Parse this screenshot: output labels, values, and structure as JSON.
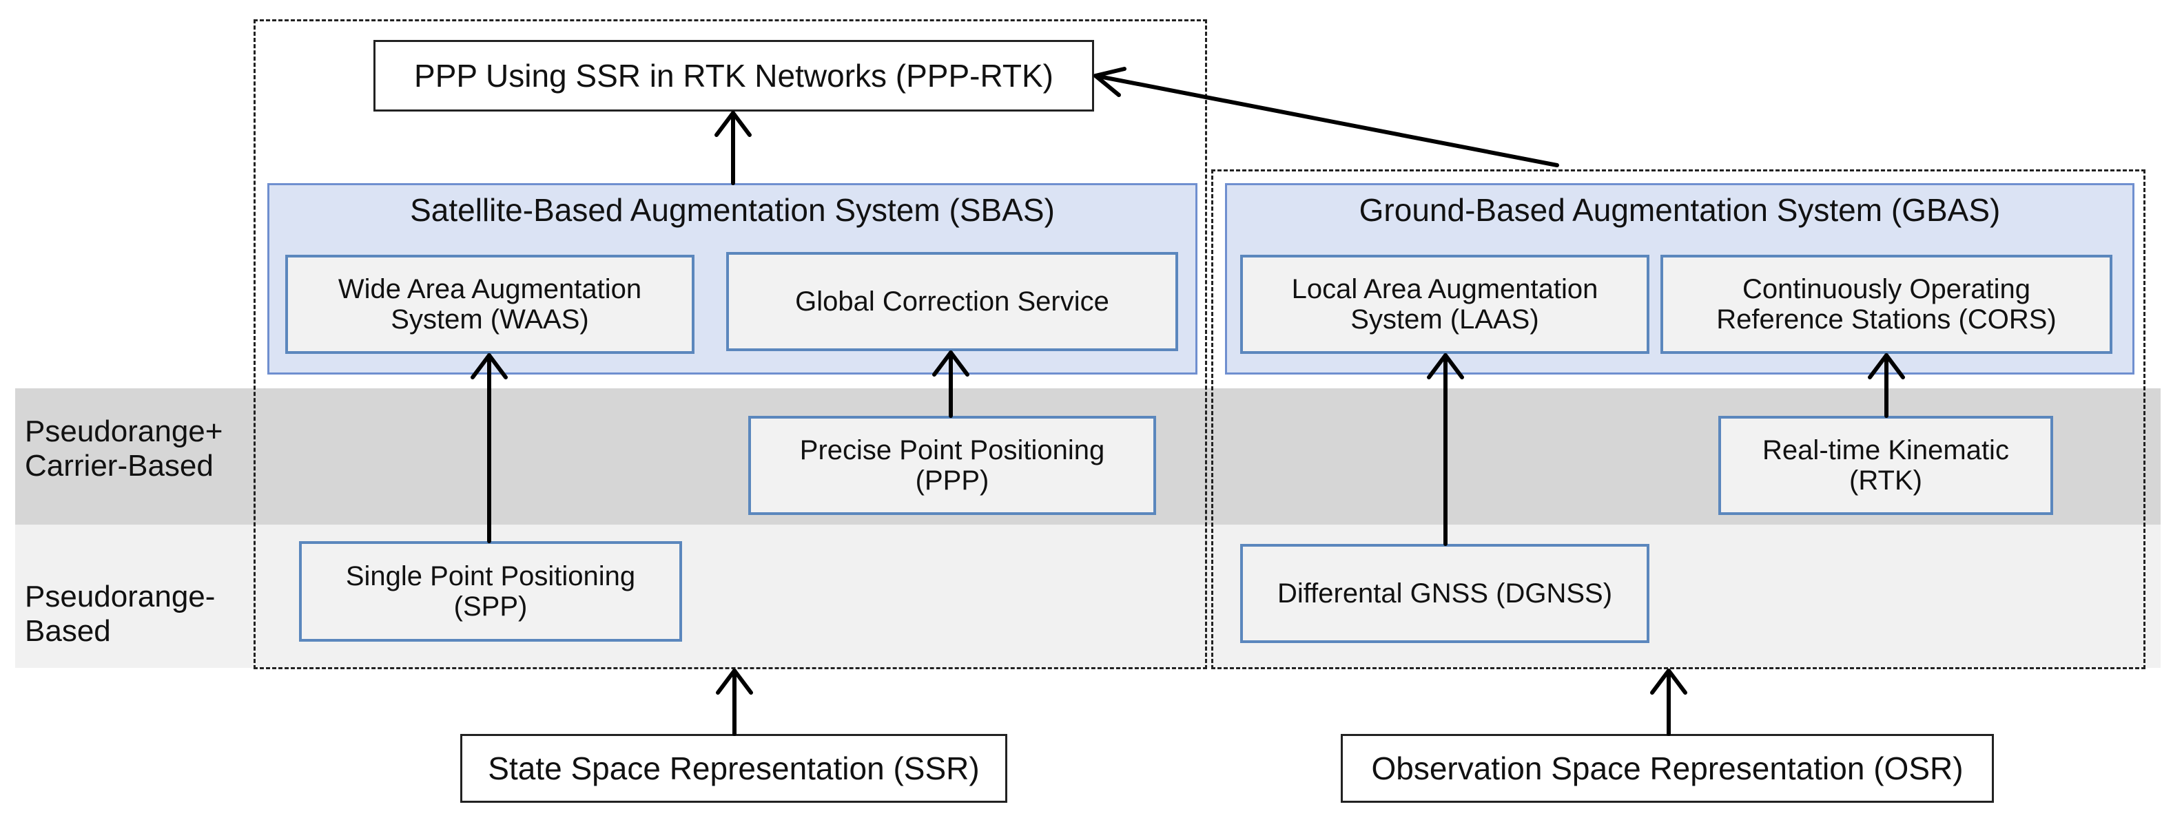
{
  "row_labels": {
    "carrier": "Pseudorange+\nCarrier-Based",
    "pseudorange": "Pseudorange-\nBased"
  },
  "top_box": "PPP Using SSR in RTK Networks (PPP-RTK)",
  "sbas": {
    "title": "Satellite-Based Augmentation System (SBAS)",
    "waas": [
      "Wide Area Augmentation",
      "System (WAAS)"
    ],
    "gcs": "Global Correction Service"
  },
  "gbas": {
    "title": "Ground-Based Augmentation System (GBAS)",
    "laas": [
      "Local Area Augmentation",
      "System (LAAS)"
    ],
    "cors": [
      "Continuously Operating",
      "Reference Stations (CORS)"
    ]
  },
  "ppp": [
    "Precise Point Positioning",
    "(PPP)"
  ],
  "rtk": [
    "Real-time Kinematic",
    "(RTK)"
  ],
  "spp": [
    "Single Point Positioning",
    "(SPP)"
  ],
  "dgnss": "Differental GNSS (DGNSS)",
  "ssr": "State Space Representation (SSR)",
  "osr": "Observation Space Representation (OSR)"
}
